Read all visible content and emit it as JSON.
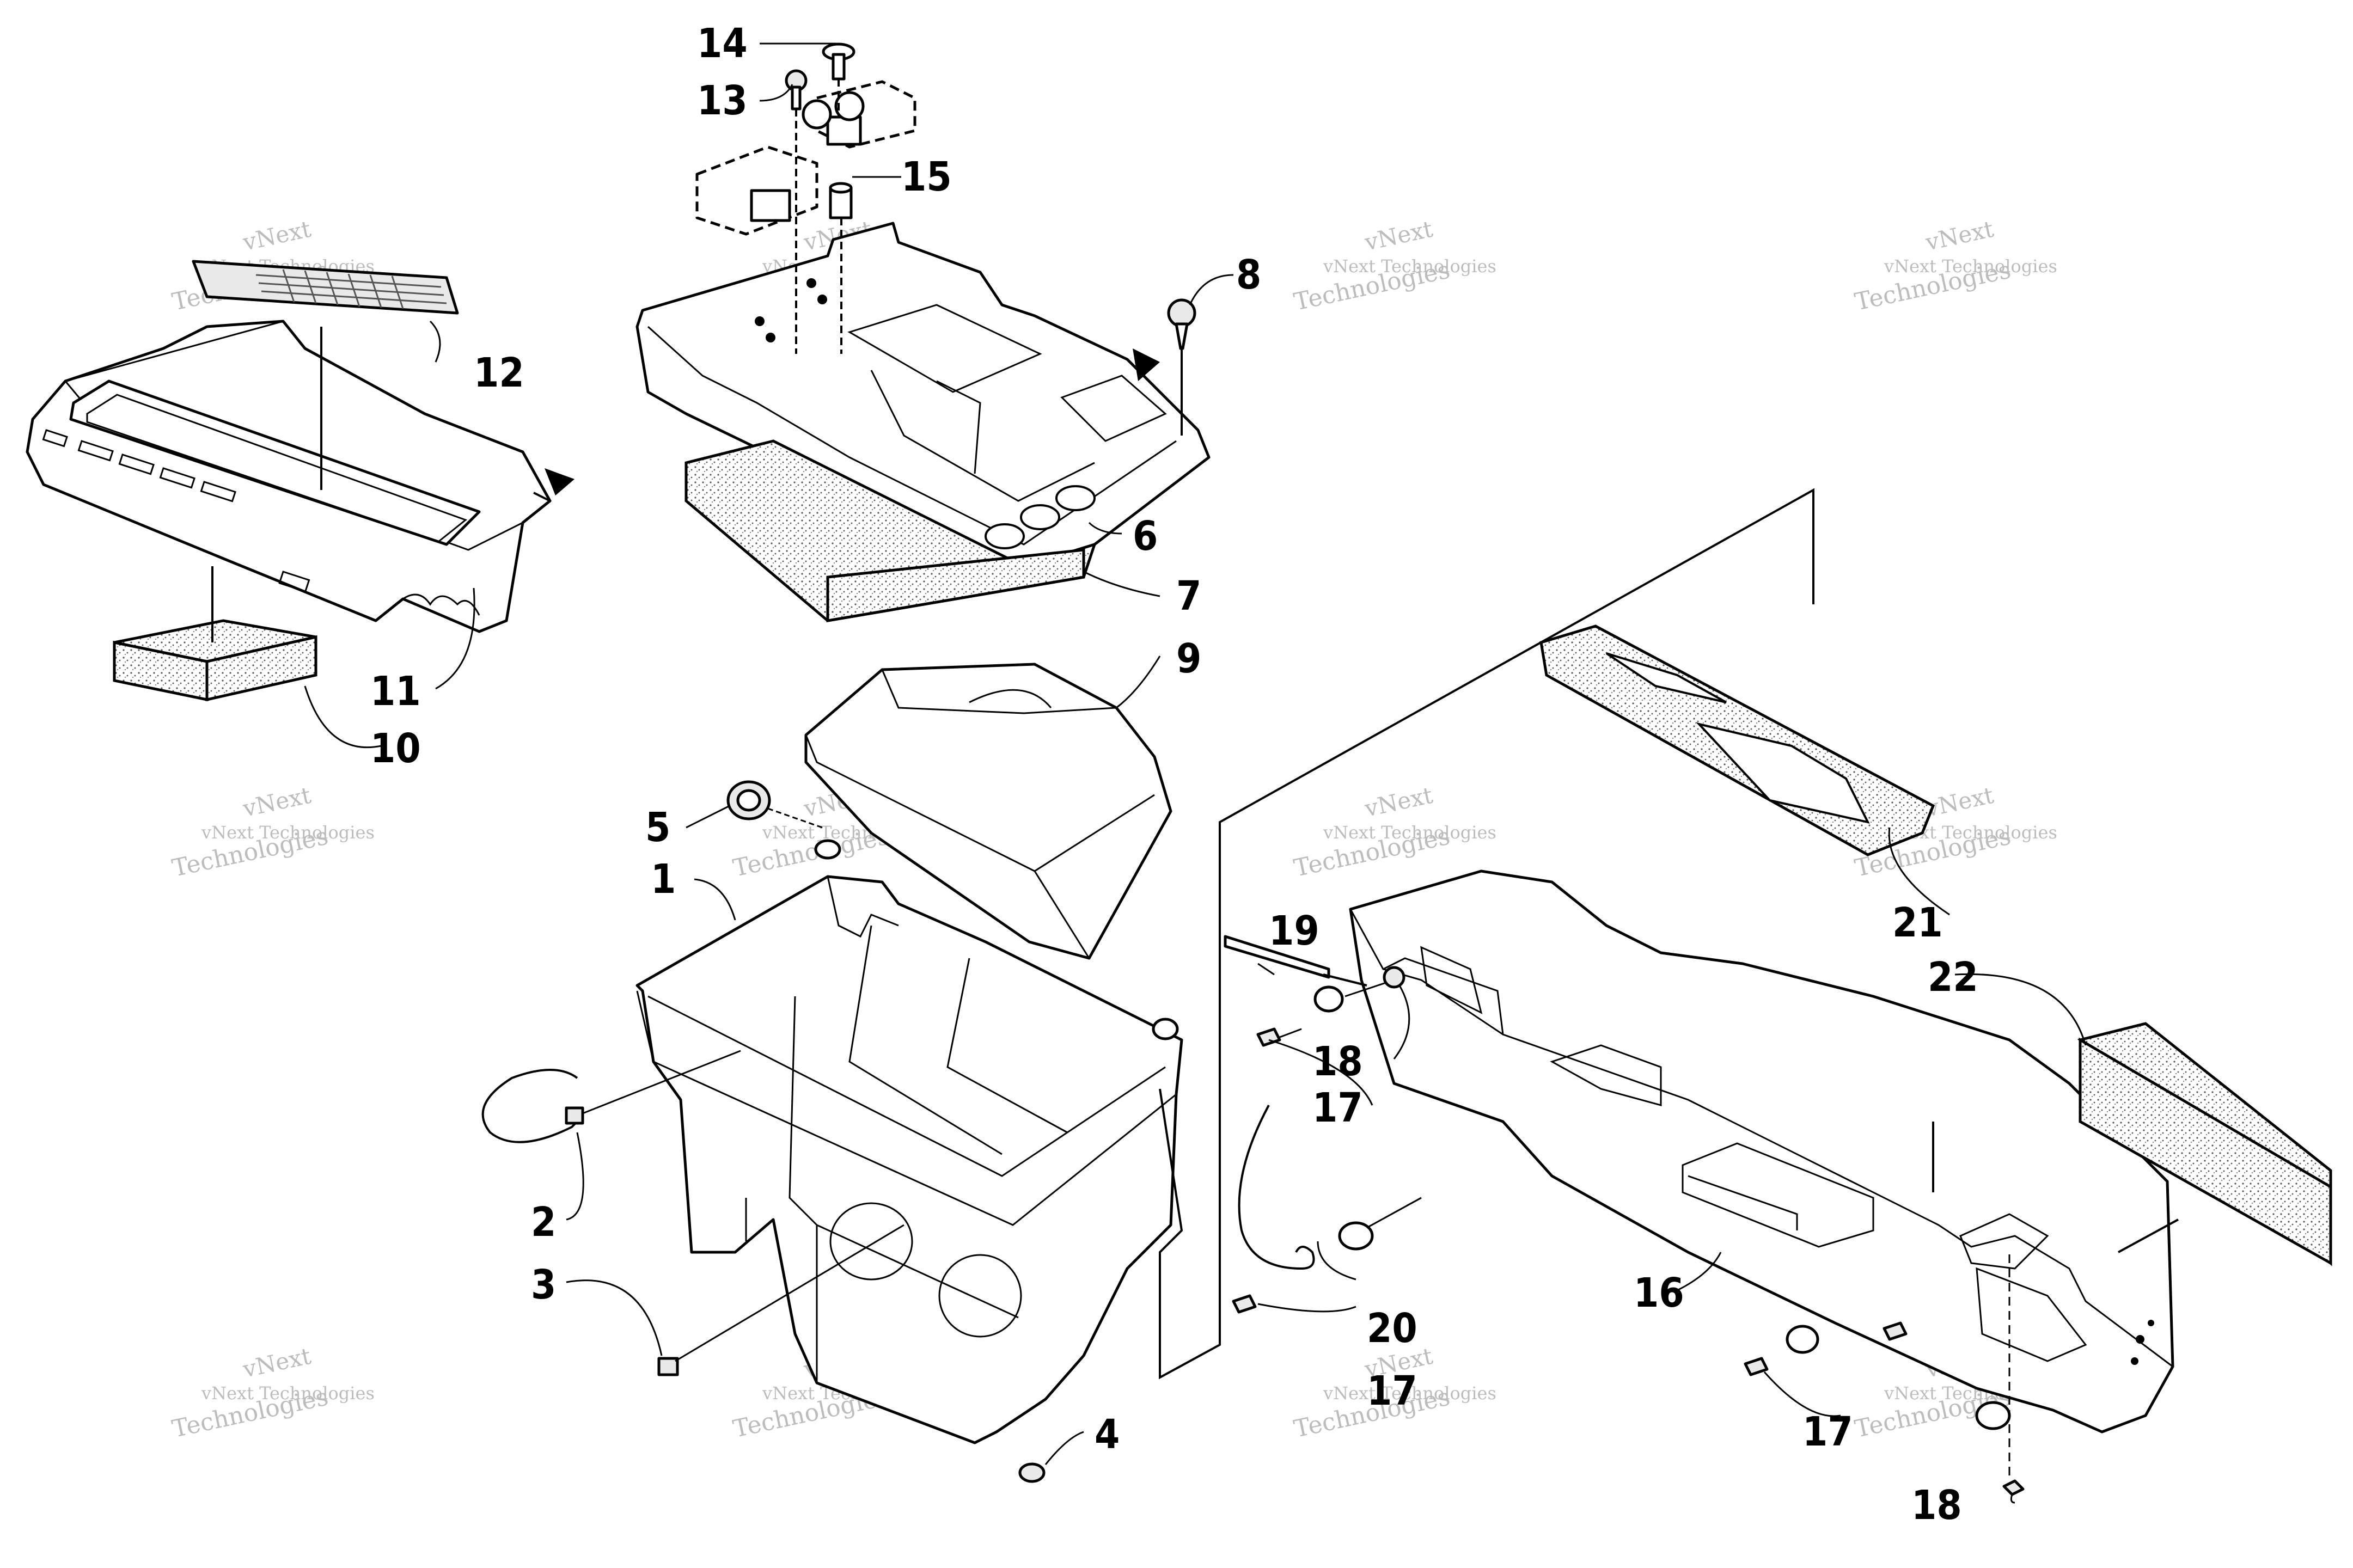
{
  "watermark": {
    "line1": "vNext",
    "line2": "vNext Technologies",
    "line3": "Technologies"
  },
  "callouts": [
    {
      "id": "1",
      "label": "1"
    },
    {
      "id": "2",
      "label": "2"
    },
    {
      "id": "3",
      "label": "3"
    },
    {
      "id": "4",
      "label": "4"
    },
    {
      "id": "5",
      "label": "5"
    },
    {
      "id": "6",
      "label": "6"
    },
    {
      "id": "7",
      "label": "7"
    },
    {
      "id": "8",
      "label": "8"
    },
    {
      "id": "9",
      "label": "9"
    },
    {
      "id": "10",
      "label": "10"
    },
    {
      "id": "11",
      "label": "11"
    },
    {
      "id": "12",
      "label": "12"
    },
    {
      "id": "13",
      "label": "13"
    },
    {
      "id": "14",
      "label": "14"
    },
    {
      "id": "15",
      "label": "15"
    },
    {
      "id": "16",
      "label": "16"
    },
    {
      "id": "17a",
      "label": "17"
    },
    {
      "id": "17b",
      "label": "17"
    },
    {
      "id": "17c",
      "label": "17"
    },
    {
      "id": "18a",
      "label": "18"
    },
    {
      "id": "18b",
      "label": "18"
    },
    {
      "id": "19",
      "label": "19"
    },
    {
      "id": "20",
      "label": "20"
    },
    {
      "id": "21",
      "label": "21"
    },
    {
      "id": "22",
      "label": "22"
    }
  ]
}
